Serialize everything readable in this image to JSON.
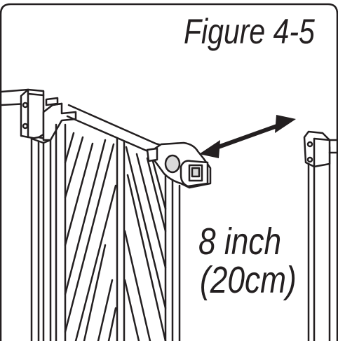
{
  "figure": {
    "label": "Figure 4-5"
  },
  "dimension": {
    "line1": "8 inch",
    "line2": "(20cm)"
  },
  "colors": {
    "ink": "#231f20",
    "paper": "#ffffff",
    "shade": "#d9d9d9"
  },
  "icons": {
    "arrow": "double-headed-arrow-icon"
  }
}
